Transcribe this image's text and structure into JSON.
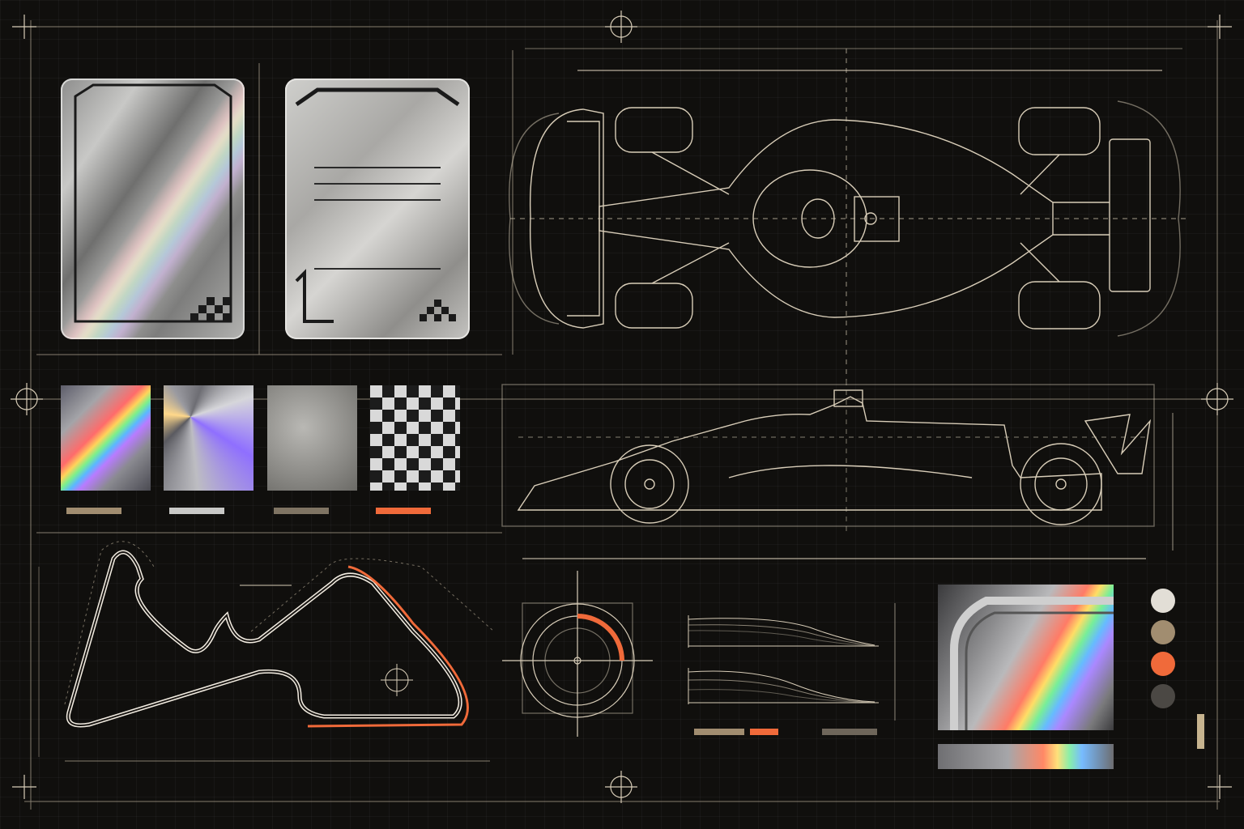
{
  "palette": {
    "background": "#100f0d",
    "line_cream": "#d8cdb8",
    "line_dim": "#6e665a",
    "accent_orange": "#f06a3a",
    "bronze": "#a18d70",
    "silver": "#c9c9c7",
    "taupe": "#7f7463"
  },
  "cards": {
    "front": {
      "icon": "checkered-flag-corner"
    },
    "back": {
      "icon": "checkered-flag-corner",
      "text_lines": 3
    }
  },
  "swatches": [
    {
      "name": "rainbow-holo-foil",
      "bar_color": "#a18d70"
    },
    {
      "name": "prismatic-shard-foil",
      "bar_color": "#c9c9c7"
    },
    {
      "name": "glitter-silver-foil",
      "bar_color": "#7f7463"
    },
    {
      "name": "checkered-holo-foil",
      "bar_color": "#f06a3a"
    }
  ],
  "color_dots": [
    "#e2ded6",
    "#a18d70",
    "#f06a3a",
    "#4b4844"
  ],
  "gauge": {
    "arc_fraction": 0.28
  },
  "graph_bars": [
    "#a18d70",
    "#f06a3a",
    "#6e665a"
  ],
  "vertical_marker_color": "#c7b48f"
}
